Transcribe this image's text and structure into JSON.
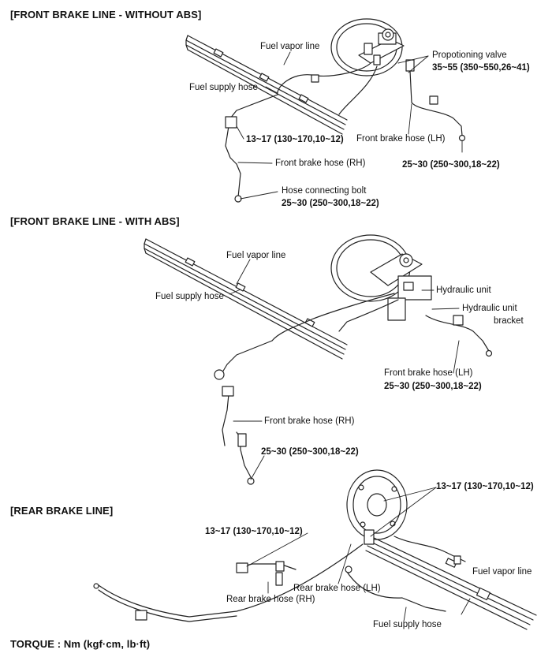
{
  "sections": {
    "without_abs": {
      "heading": "[FRONT BRAKE LINE - WITHOUT ABS]",
      "labels": {
        "fuel_vapor_line": "Fuel vapor line",
        "fuel_supply_hose": "Fuel supply hose",
        "proportioning_valve": "Propotioning valve",
        "proportioning_valve_torque": "35~55 (350~550,26~41)",
        "torque_13_17": "13~17 (130~170,10~12)",
        "front_brake_hose_lh": "Front brake hose (LH)",
        "front_brake_hose_rh": "Front brake hose (RH)",
        "torque_25_30_lh": "25~30 (250~300,18~22)",
        "hose_connecting_bolt": "Hose connecting bolt",
        "hose_connecting_bolt_torque": "25~30 (250~300,18~22)"
      }
    },
    "with_abs": {
      "heading": "[FRONT BRAKE LINE - WITH ABS]",
      "labels": {
        "fuel_vapor_line": "Fuel vapor line",
        "fuel_supply_hose": "Fuel supply hose",
        "hydraulic_unit": "Hydraulic unit",
        "hydraulic_unit_bracket_1": "Hydraulic unit",
        "hydraulic_unit_bracket_2": "bracket",
        "front_brake_hose_lh": "Front brake hose (LH)",
        "front_brake_hose_lh_torque": "25~30 (250~300,18~22)",
        "front_brake_hose_rh": "Front brake hose (RH)",
        "torque_25_30_rh": "25~30 (250~300,18~22)"
      }
    },
    "rear": {
      "heading": "[REAR BRAKE LINE]",
      "labels": {
        "torque_13_17_right": "13~17 (130~170,10~12)",
        "torque_13_17_left": "13~17 (130~170,10~12)",
        "fuel_vapor_line": "Fuel vapor line",
        "rear_brake_hose_lh": "Rear brake hose (LH)",
        "rear_brake_hose_rh": "Rear brake hose (RH)",
        "fuel_supply_hose": "Fuel supply hose"
      }
    }
  },
  "footer": {
    "torque_units": "TORQUE : Nm (kgf·cm, lb·ft)"
  }
}
